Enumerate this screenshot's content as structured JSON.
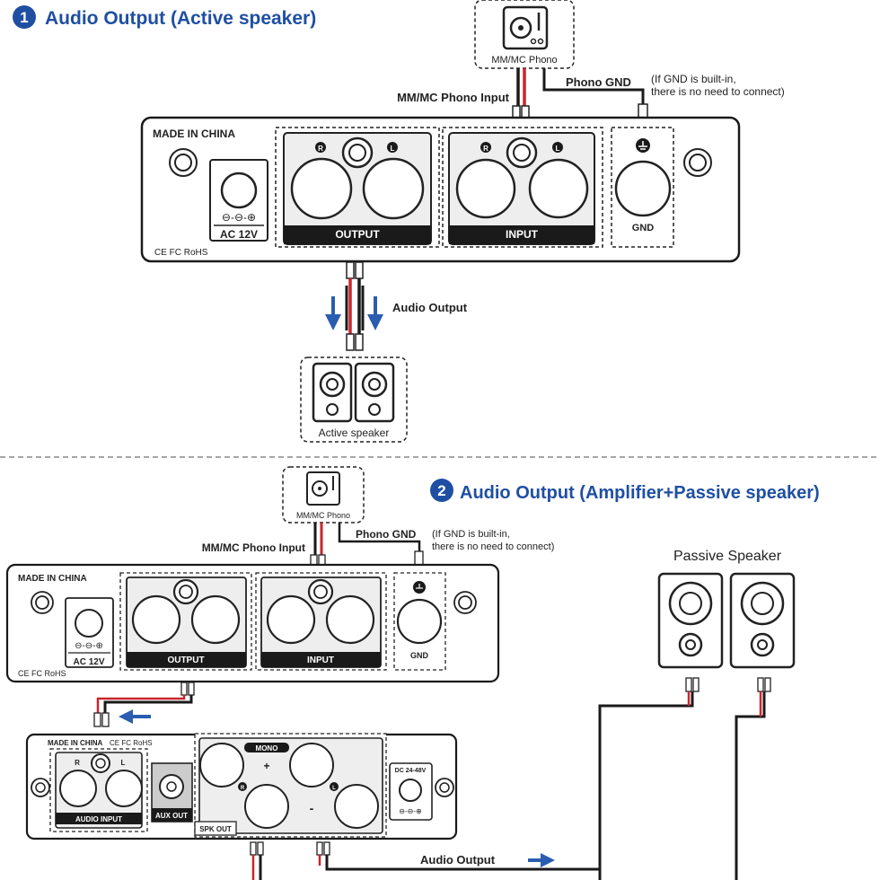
{
  "colors": {
    "heading": "#1f4fa3",
    "arrow": "#2a5db0",
    "wire_red": "#c8262b",
    "dark": "#1a1a1a",
    "panel": "#eeeeee"
  },
  "section1": {
    "number": "1",
    "title": "Audio Output (Active speaker)",
    "phono_label": "MM/MC Phono",
    "phono_input_label": "MM/MC Phono Input",
    "phono_gnd_label": "Phono GND",
    "gnd_note_line1": "(If GND is built-in,",
    "gnd_note_line2": "there is no need to connect)",
    "made_in": "MADE IN CHINA",
    "ac_label": "AC 12V",
    "output_label": "OUTPUT",
    "input_label": "INPUT",
    "gnd_label": "GND",
    "cert": "CE FC RoHS",
    "r_letter": "R",
    "l_letter": "L",
    "audio_output_label": "Audio Output",
    "active_speaker_label": "Active speaker"
  },
  "section2": {
    "number": "2",
    "title": "Audio Output (Amplifier+Passive speaker)",
    "phono_label": "MM/MC Phono",
    "phono_input_label": "MM/MC Phono Input",
    "phono_gnd_label": "Phono GND",
    "gnd_note_line1": "(If GND is built-in,",
    "gnd_note_line2": "there is no need to connect)",
    "made_in": "MADE IN CHINA",
    "ac_label": "AC 12V",
    "output_label": "OUTPUT",
    "input_label": "INPUT",
    "gnd_label": "GND",
    "cert": "CE FC RoHS",
    "passive_speaker_label": "Passive Speaker",
    "amp": {
      "made_in": "MADE IN CHINA",
      "cert": "CE FC RoHS",
      "r_letter": "R",
      "l_letter": "L",
      "audio_input_label": "AUDIO INPUT",
      "aux_out_label": "AUX OUT",
      "mono_label": "MONO",
      "spk_out_label": "SPK OUT",
      "dc_label": "DC 24-48V",
      "plus": "+",
      "minus": "-"
    },
    "audio_output_label": "Audio Output"
  }
}
